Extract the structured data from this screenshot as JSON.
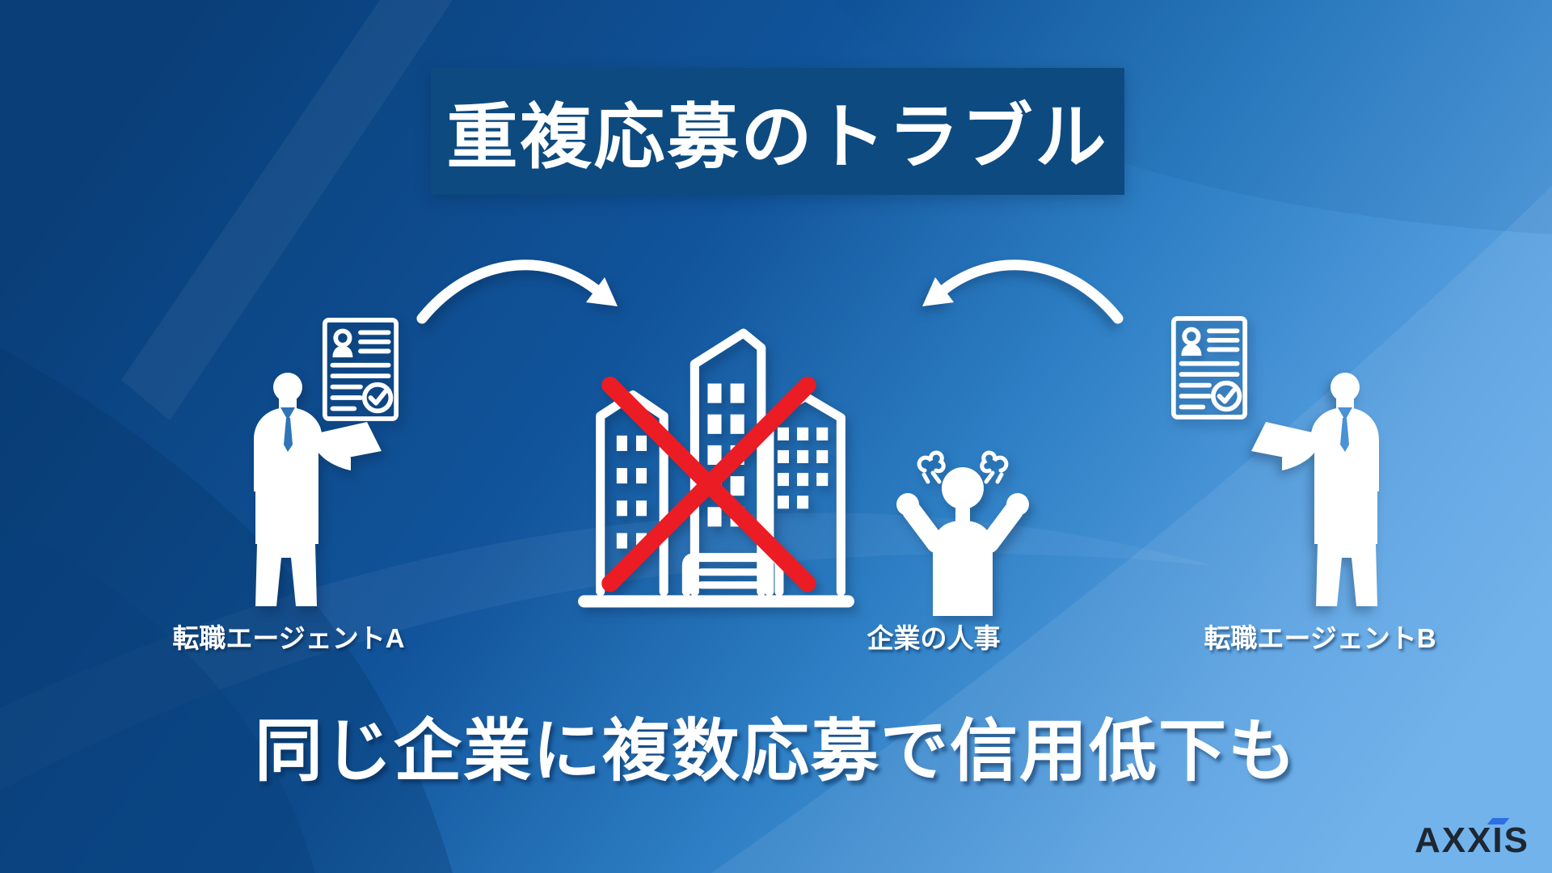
{
  "title": {
    "text": "重複応募のトラブル"
  },
  "diagram": {
    "agent_a": {
      "label": "転職エージェントA"
    },
    "company": {
      "label": "企業の人事"
    },
    "agent_b": {
      "label": "転職エージェントB"
    },
    "flow": [
      {
        "from": "agent_a",
        "to": "company",
        "icon": "curved-arrow-right-icon"
      },
      {
        "from": "agent_b",
        "to": "company",
        "icon": "curved-arrow-left-icon"
      }
    ]
  },
  "headline": {
    "text": "同じ企業に複数応募で信用低下も"
  },
  "logo": {
    "text": "AXXIS"
  },
  "icons": {
    "resume": "resume-check-icon",
    "agent": "businessman-laptop-icon",
    "building": "office-building-icon",
    "cross": "red-cross-icon",
    "hr_anger": "angry-person-steam-icon",
    "logo_accent": "slash-accent-icon"
  },
  "colors": {
    "background_dark": "#0a4280",
    "background_light": "#68adea",
    "banner": "#0d4a80",
    "cross_red": "#ec1c24",
    "icon_white": "#ffffff",
    "logo_text": "#1d2733",
    "logo_accent": "#2e6fe3"
  }
}
